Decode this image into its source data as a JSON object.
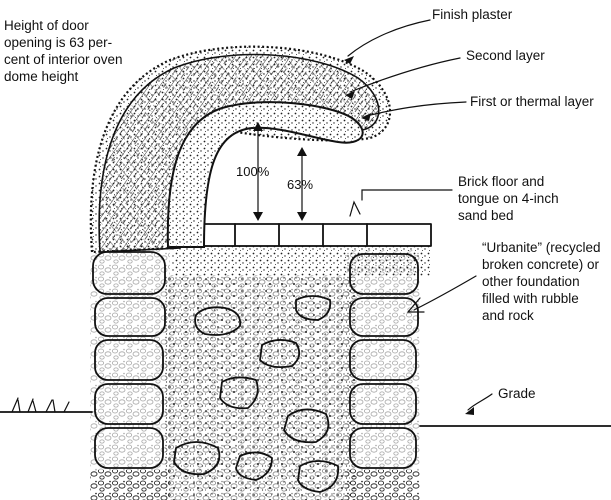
{
  "labels": {
    "door_note": [
      "Height of door",
      "opening is 63 per-",
      "cent of interior oven",
      "dome height"
    ],
    "finish_plaster": "Finish plaster",
    "second_layer": "Second layer",
    "first_layer": "First or thermal layer",
    "brick_floor": [
      "Brick floor and",
      "tongue on 4-inch",
      "sand bed"
    ],
    "urbanite": [
      "“Urbanite” (recycled",
      "broken concrete) or",
      "other foundation",
      "filled with rubble",
      "and rock"
    ],
    "grade": "Grade",
    "pct_full": "100%",
    "pct_door": "63%"
  }
}
